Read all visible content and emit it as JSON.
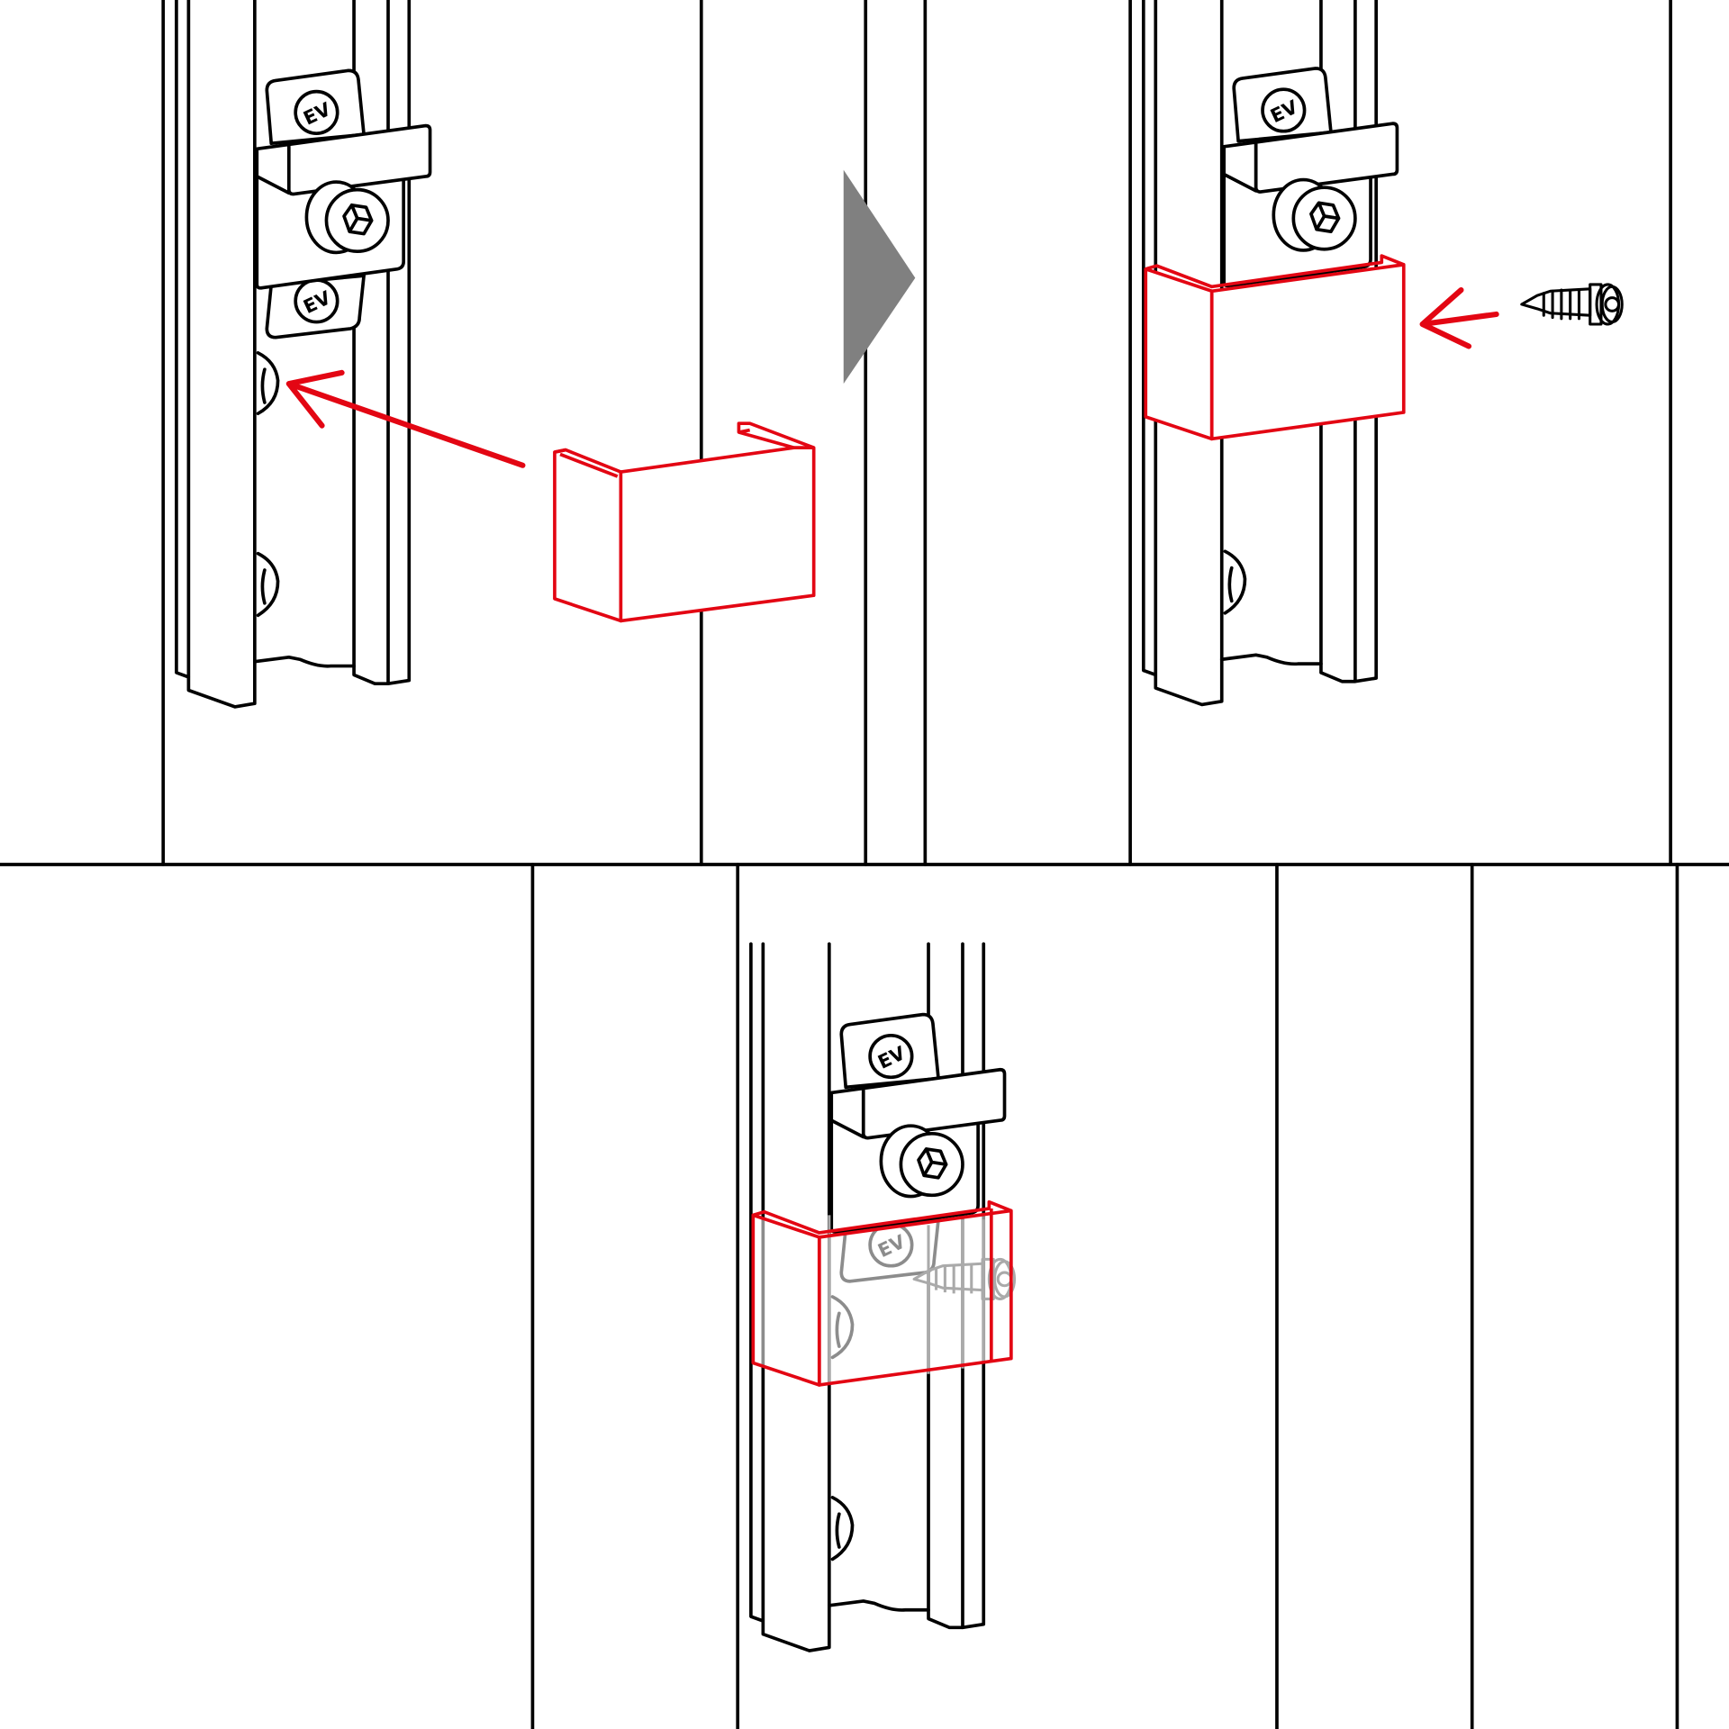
{
  "diagram": {
    "steps": [
      {
        "id": 1,
        "description_shown": false
      },
      {
        "id": 2,
        "description_shown": false
      },
      {
        "id": 3,
        "description_shown": false
      }
    ],
    "logo_on_screw_heads": "EV",
    "colors": {
      "outline": "#000000",
      "highlight": "#e30613",
      "step_arrow": "#808080",
      "hidden_part": "#aaaaaa"
    },
    "icons": [
      "rail-profile",
      "mounting-clip",
      "hex-bolt",
      "u-cover-cap",
      "self-drilling-screw",
      "insert-arrow",
      "next-step-arrow"
    ]
  }
}
